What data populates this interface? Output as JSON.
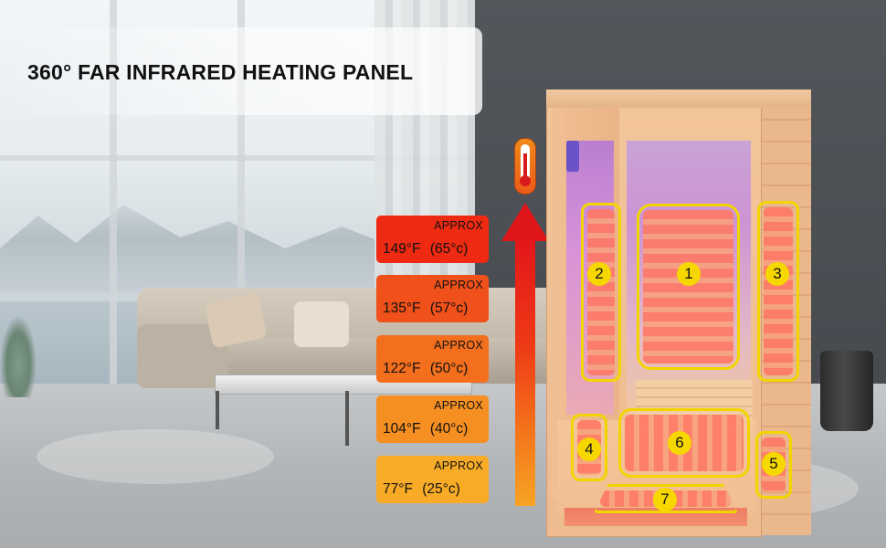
{
  "title": "360° FAR INFRARED HEATING PANEL",
  "temperatures": [
    {
      "approx": "APPROX",
      "value": "149°F (65°c)",
      "color": "#ef2a12"
    },
    {
      "approx": "APPROX",
      "value": "135°F (57°c)",
      "color": "#f0501a"
    },
    {
      "approx": "APPROX",
      "value": "122°F (50°c)",
      "color": "#f36f1d"
    },
    {
      "approx": "APPROX",
      "value": "104°F (40°c)",
      "color": "#f68f22"
    },
    {
      "approx": "APPROX",
      "value": "77°F (25°c)",
      "color": "#f8ab26"
    }
  ],
  "panels": [
    "1",
    "2",
    "3",
    "4",
    "5",
    "6",
    "7"
  ],
  "icons": [
    "thermometer-icon",
    "up-arrow-icon"
  ],
  "colors": {
    "panel_outline": "#f2d500",
    "badge": "#f6d800"
  }
}
